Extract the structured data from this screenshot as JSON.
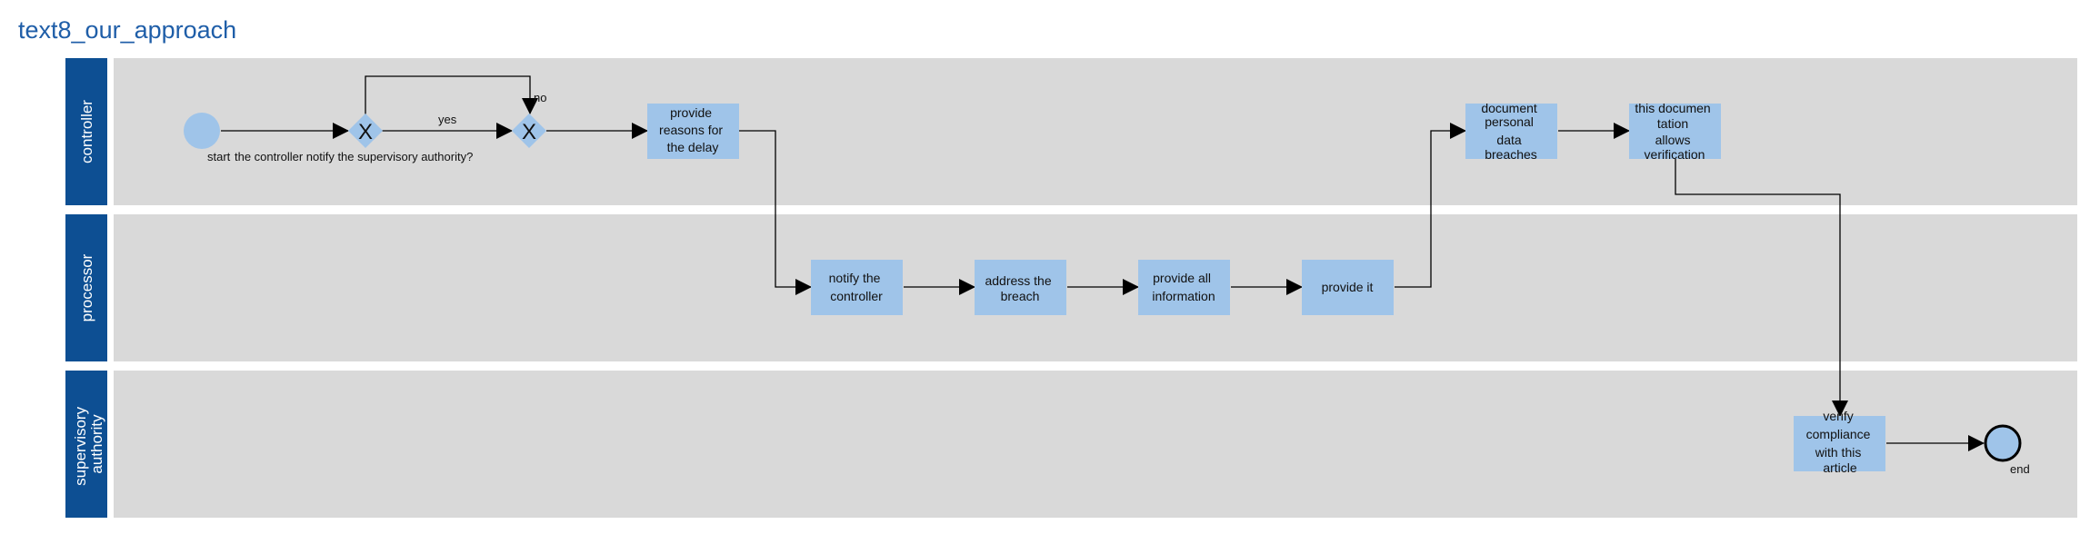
{
  "title": "text8_our_approach",
  "colors": {
    "lane_header": "#0d4f93",
    "lane_bg": "#d9d9d9",
    "node": "#9fc4e9",
    "title": "#1f5ea8"
  },
  "lanes": [
    {
      "id": "controller",
      "label": [
        "controller"
      ]
    },
    {
      "id": "processor",
      "label": [
        "processor"
      ]
    },
    {
      "id": "supervisory",
      "label": [
        "supervisory",
        "authority"
      ]
    }
  ],
  "events": {
    "start": {
      "label": "start"
    },
    "end": {
      "label": "end"
    }
  },
  "gateways": {
    "g1": {
      "symbol": "X",
      "label": "the controller notify the supervisory authority?"
    },
    "g2": {
      "symbol": "X"
    }
  },
  "flow_labels": {
    "yes": "yes",
    "no": "no"
  },
  "tasks": {
    "t1": {
      "lines": [
        "provide",
        "reasons for",
        "the delay"
      ]
    },
    "t2": {
      "lines": [
        "notify the",
        "controller"
      ]
    },
    "t3": {
      "lines": [
        "address the",
        "breach"
      ]
    },
    "t4": {
      "lines": [
        "provide all",
        "information"
      ]
    },
    "t5": {
      "lines": [
        "provide it"
      ]
    },
    "t6": {
      "lines": [
        "document",
        "personal",
        "data",
        "breaches"
      ]
    },
    "t7": {
      "lines": [
        "this documen",
        "tation",
        "allows",
        "verification"
      ]
    },
    "t8": {
      "lines": [
        "verify",
        "compliance",
        "with this",
        "article"
      ]
    }
  }
}
